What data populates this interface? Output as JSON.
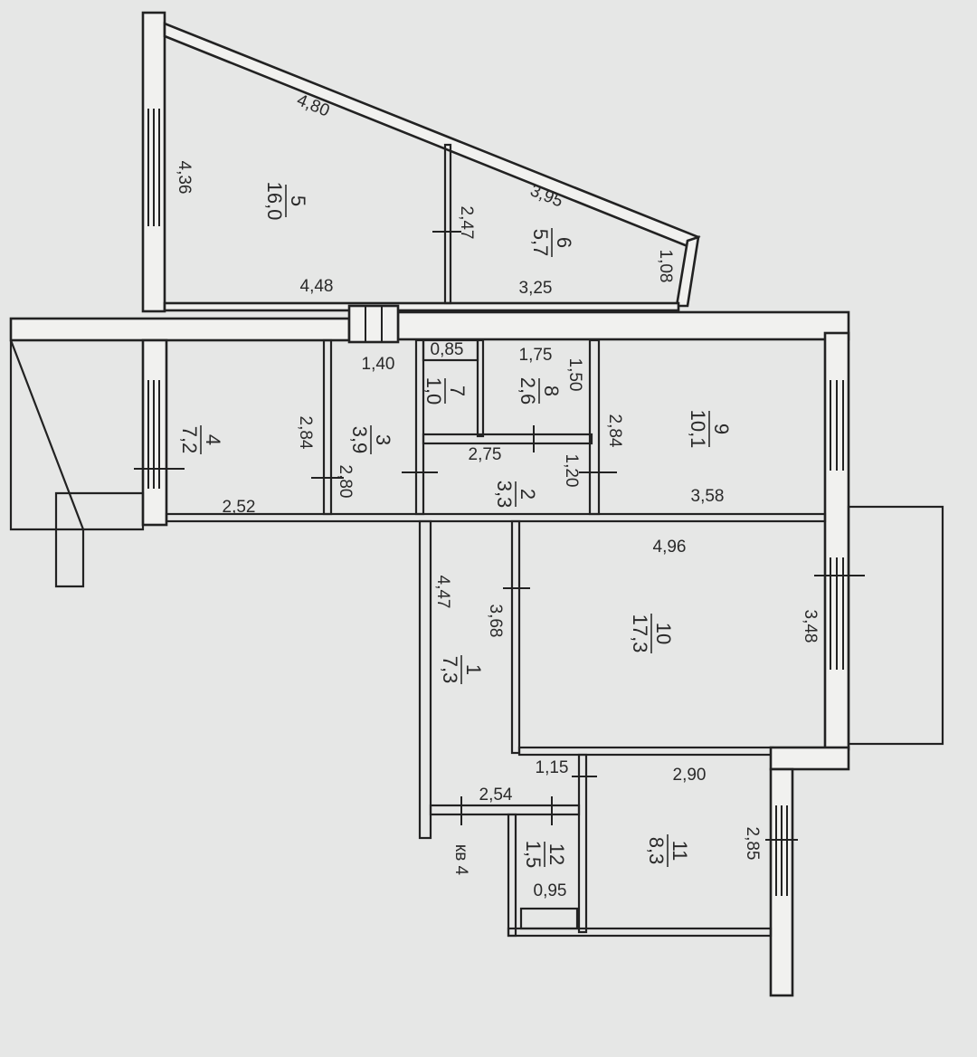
{
  "colors": {
    "paper": "#e6e7e6",
    "ink": "#222222",
    "wall_fill": "#f1f1ef"
  },
  "rooms": {
    "r1": {
      "number": "1",
      "area": "7,3"
    },
    "r2": {
      "number": "2",
      "area": "3,3"
    },
    "r3": {
      "number": "3",
      "area": "3,9"
    },
    "r4": {
      "number": "4",
      "area": "7,2"
    },
    "r5": {
      "number": "5",
      "area": "16,0"
    },
    "r6": {
      "number": "6",
      "area": "5,7"
    },
    "r7": {
      "number": "7",
      "area": "1,0"
    },
    "r8": {
      "number": "8",
      "area": "2,6"
    },
    "r9": {
      "number": "9",
      "area": "10,1"
    },
    "r10": {
      "number": "10",
      "area": "17,3"
    },
    "r11": {
      "number": "11",
      "area": "8,3"
    },
    "r12": {
      "number": "12",
      "area": "1,5"
    }
  },
  "dimensions": {
    "d480": "4,80",
    "d436": "4,36",
    "d247": "2,47",
    "d395": "3,95",
    "d108": "1,08",
    "d448": "4,48",
    "d325": "3,25",
    "d140": "1,40",
    "d085": "0,85",
    "d175": "1,75",
    "d150": "1,50",
    "d284a": "2,84",
    "d280": "2,80",
    "d275": "2,75",
    "d120": "1,20",
    "d284b": "2,84",
    "d252": "2,52",
    "d358": "3,58",
    "d496": "4,96",
    "d447": "4,47",
    "d368": "3,68",
    "d348": "3,48",
    "d115": "1,15",
    "d290": "2,90",
    "d254": "2,54",
    "d285": "2,85",
    "d095": "0,95"
  },
  "apartment_label": "кв 4"
}
